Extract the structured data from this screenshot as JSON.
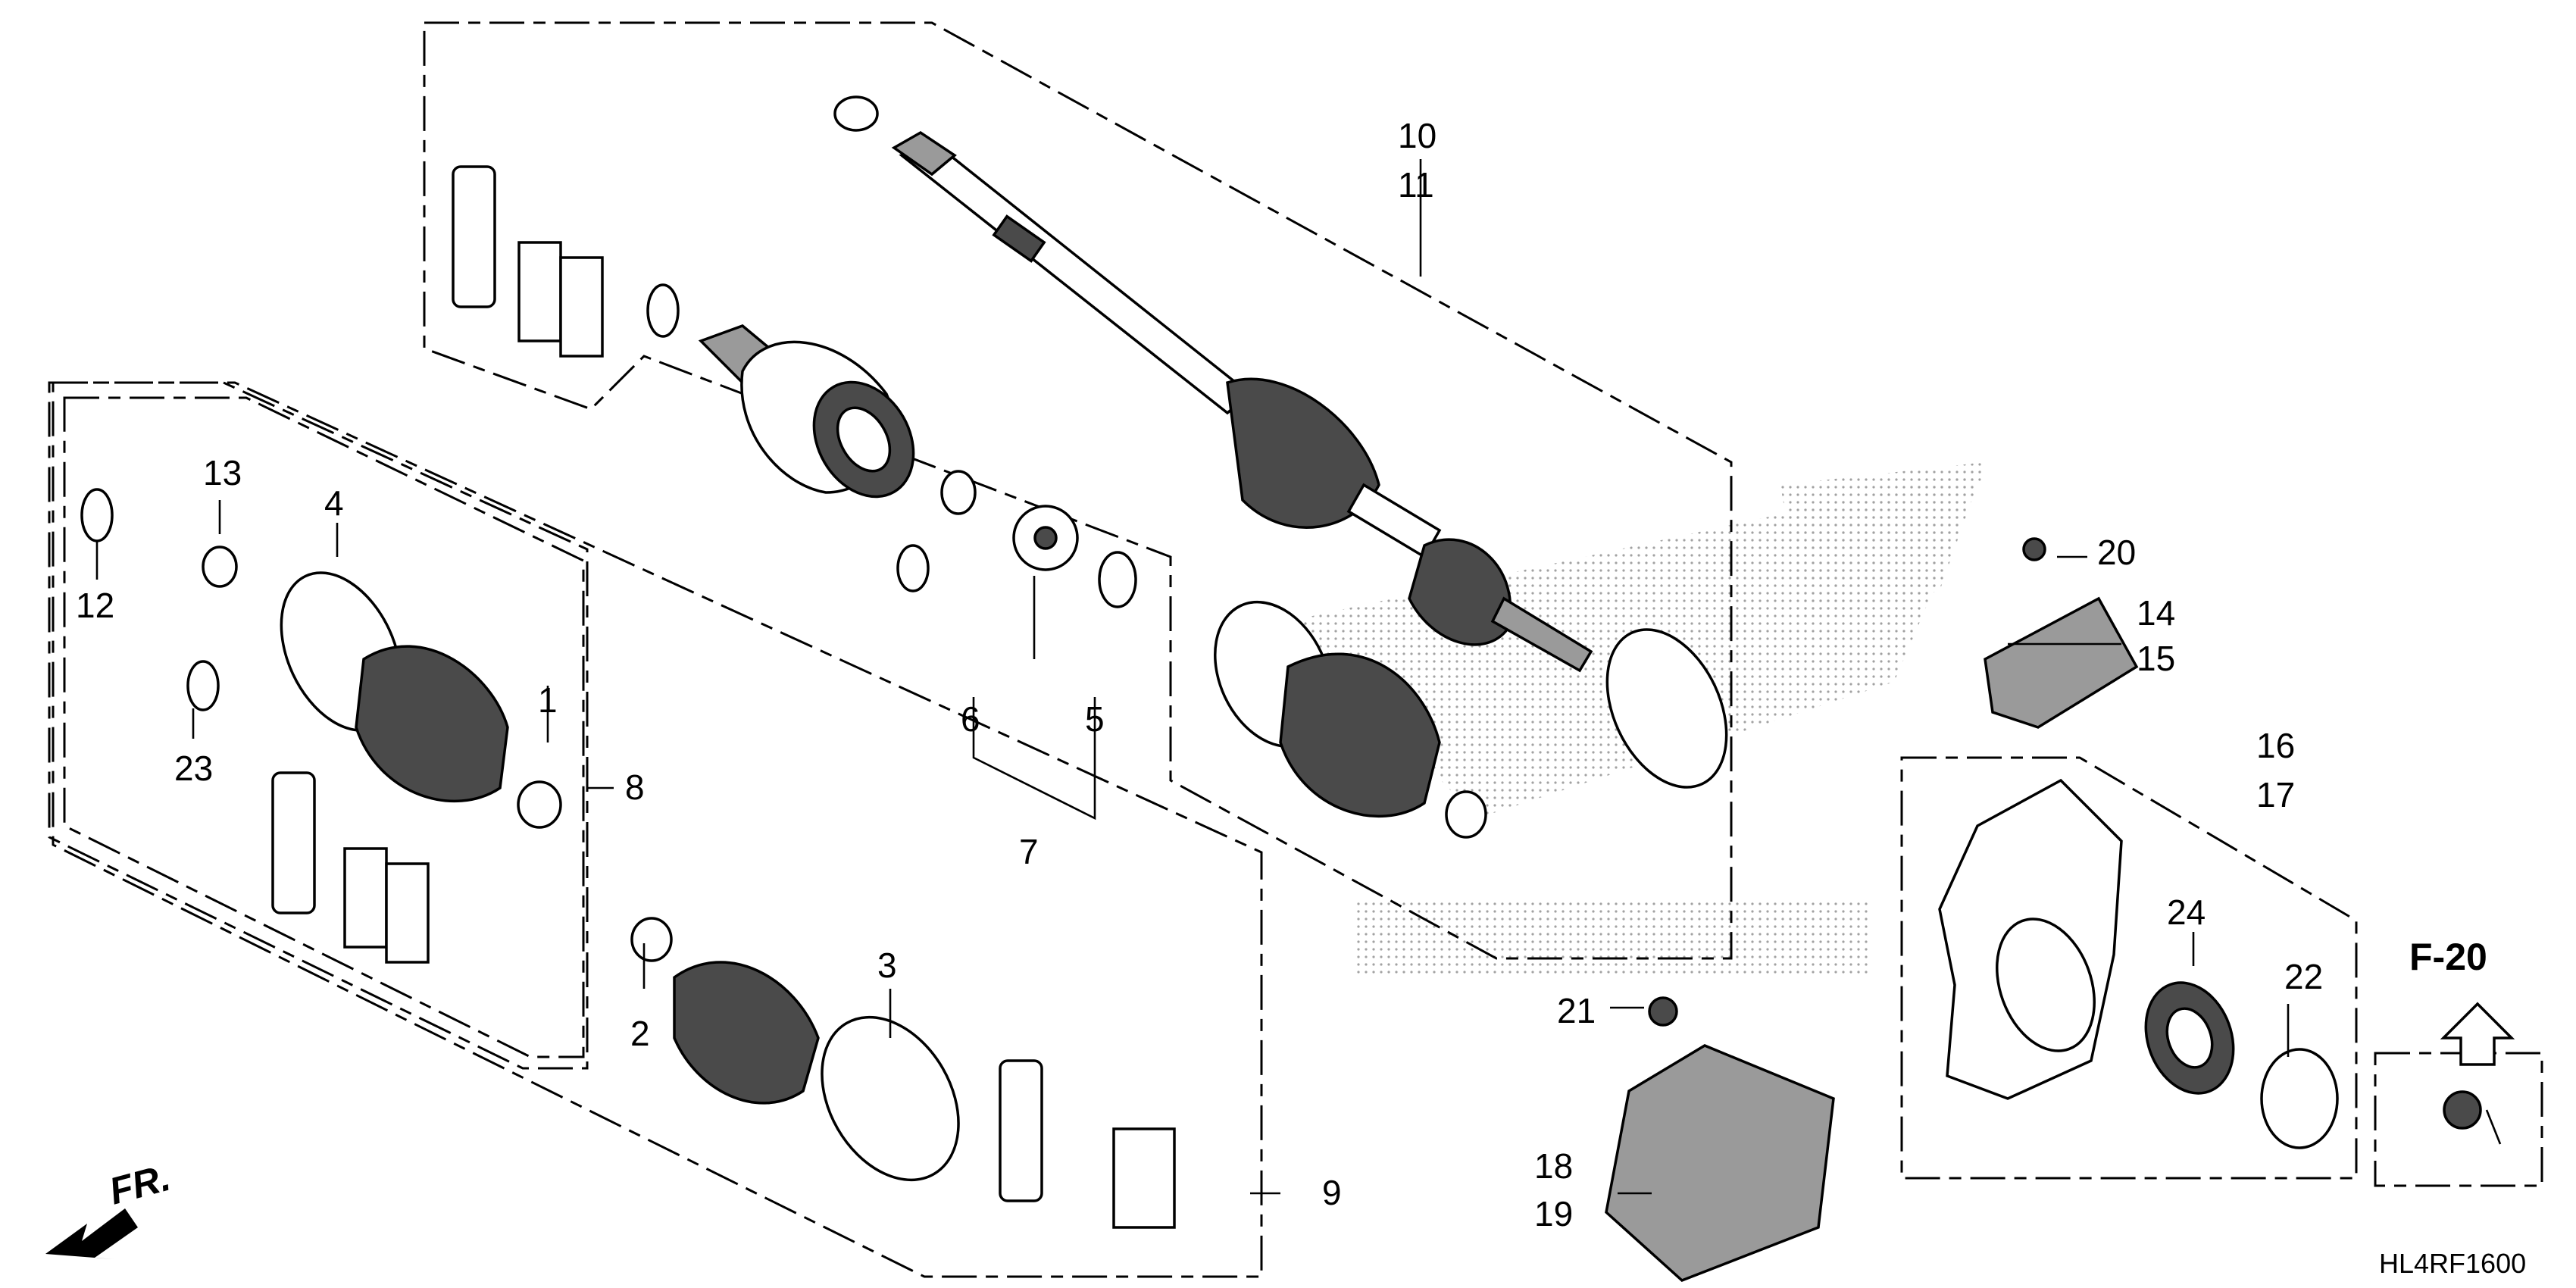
{
  "callouts": {
    "c1": "1",
    "c2": "2",
    "c3": "3",
    "c4": "4",
    "c5": "5",
    "c6": "6",
    "c7": "7",
    "c8": "8",
    "c9": "9",
    "c10": "10",
    "c11": "11",
    "c12": "12",
    "c13": "13",
    "c14": "14",
    "c15": "15",
    "c16": "16",
    "c17": "17",
    "c18": "18",
    "c19": "19",
    "c20": "20",
    "c21": "21",
    "c22": "22",
    "c23": "23",
    "c24": "24"
  },
  "labels": {
    "reference": "F-20",
    "front_direction": "FR.",
    "diagram_code": "HL4RF1600"
  }
}
